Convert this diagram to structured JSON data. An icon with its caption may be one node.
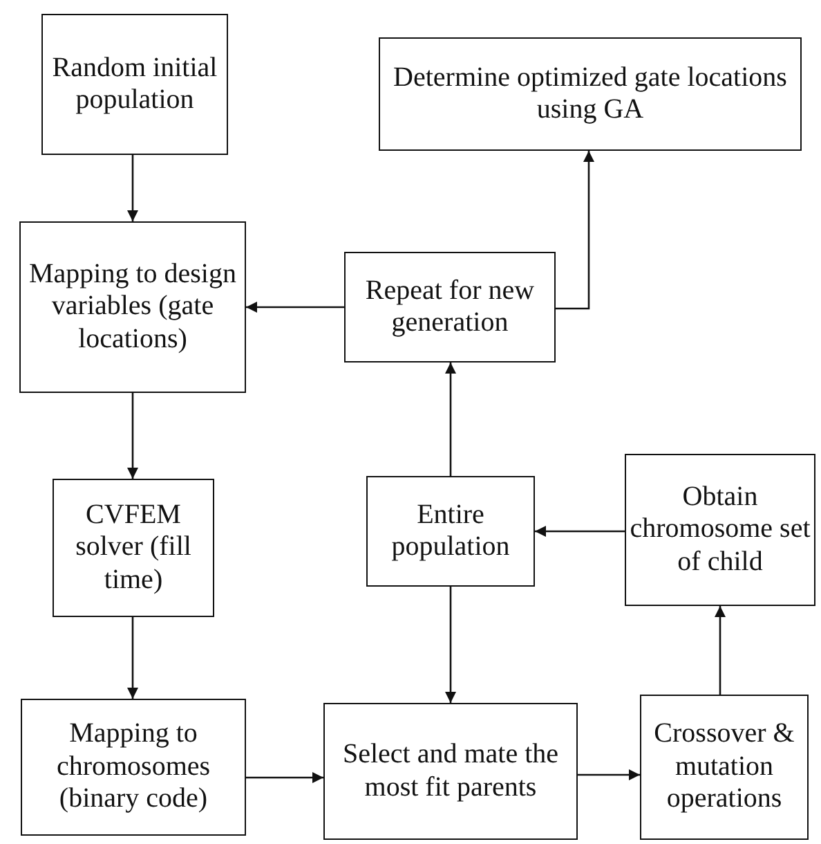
{
  "diagram": {
    "nodes": [
      {
        "text": [
          "Random initial population"
        ]
      },
      {
        "text": [
          "Determine optimized gate locations using GA"
        ]
      },
      {
        "text": [
          "Mapping to design variables (gate locations)"
        ]
      },
      {
        "text": [
          "Repeat for new generation"
        ]
      },
      {
        "text": [
          "CVFEM solver (fill time)"
        ]
      },
      {
        "text": [
          "Entire population"
        ]
      },
      {
        "text": [
          "Obtain chromosome set of child"
        ]
      },
      {
        "text": [
          "Mapping to chromosomes (binary code)"
        ]
      },
      {
        "text": [
          "Select and mate the most fit parents"
        ]
      },
      {
        "text": [
          "Crossover & mutation operations"
        ]
      }
    ],
    "edges": [
      {
        "from": 0,
        "to": 2,
        "arrow": "to"
      },
      {
        "from": 3,
        "to": 2,
        "arrow": "to"
      },
      {
        "from": 3,
        "to": 1,
        "arrow": "to"
      },
      {
        "from": 5,
        "to": 3,
        "arrow": "to"
      },
      {
        "from": 2,
        "to": 4,
        "arrow": "to"
      },
      {
        "from": 4,
        "to": 7,
        "arrow": "to"
      },
      {
        "from": 7,
        "to": 8,
        "arrow": "to"
      },
      {
        "from": 5,
        "to": 8,
        "arrow": "to"
      },
      {
        "from": 8,
        "to": 9,
        "arrow": "to"
      },
      {
        "from": 9,
        "to": 6,
        "arrow": "to"
      },
      {
        "from": 6,
        "to": 5,
        "arrow": "to"
      }
    ]
  }
}
